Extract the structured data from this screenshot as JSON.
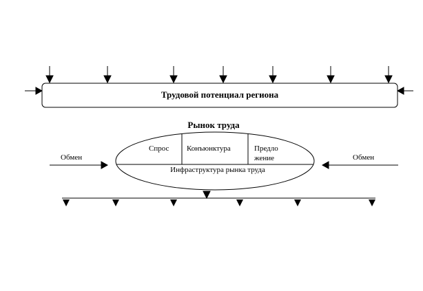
{
  "potential_box": {
    "label": "Трудовой потенциал региона"
  },
  "market": {
    "title": "Рынок труда",
    "demand": "Спрос",
    "conjuncture": "Конъюнктура",
    "supply_line1": "Предло",
    "supply_line2": "жение",
    "infrastructure": "Инфраструктура рынка труда"
  },
  "exchange_left": "Обмен",
  "exchange_right": "Обмен",
  "colors": {
    "stroke": "#000000",
    "background": "#ffffff"
  }
}
